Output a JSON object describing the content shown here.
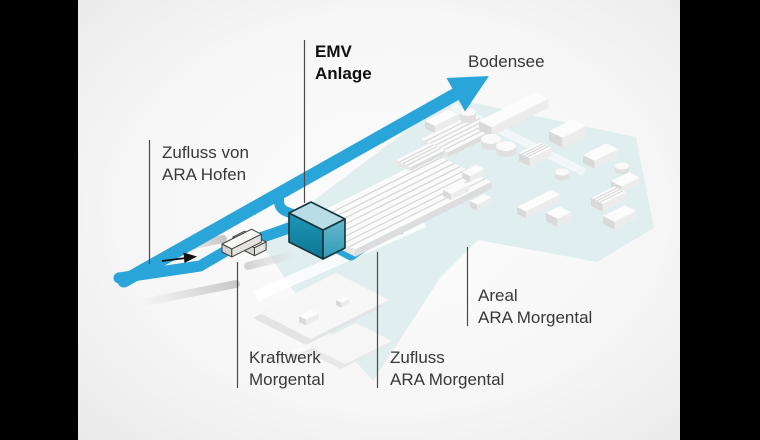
{
  "colors": {
    "flow_blue": "#2aa5d9",
    "areal_teal": "#e1eeef",
    "emv_top": "#b9dde6",
    "emv_front": "#1a96b5",
    "emv_side": "#5fb3c7",
    "frame_black": "#000000",
    "label_text": "#383838"
  },
  "labels": {
    "emv": {
      "line1": "EMV",
      "line2": "Anlage"
    },
    "bodensee": {
      "text": "Bodensee"
    },
    "zufluss_hofen": {
      "line1": "Zufluss von",
      "line2": "ARA Hofen"
    },
    "kraftwerk": {
      "line1": "Kraftwerk",
      "line2": "Morgental"
    },
    "zufluss_morgental": {
      "line1": "Zufluss",
      "line2": "ARA Morgental"
    },
    "areal": {
      "line1": "Areal",
      "line2": "ARA Morgental"
    }
  },
  "icons": {
    "bodensee_arrow": "flow-direction-arrow",
    "inflow_arrow": "inflow-direction-arrow"
  }
}
